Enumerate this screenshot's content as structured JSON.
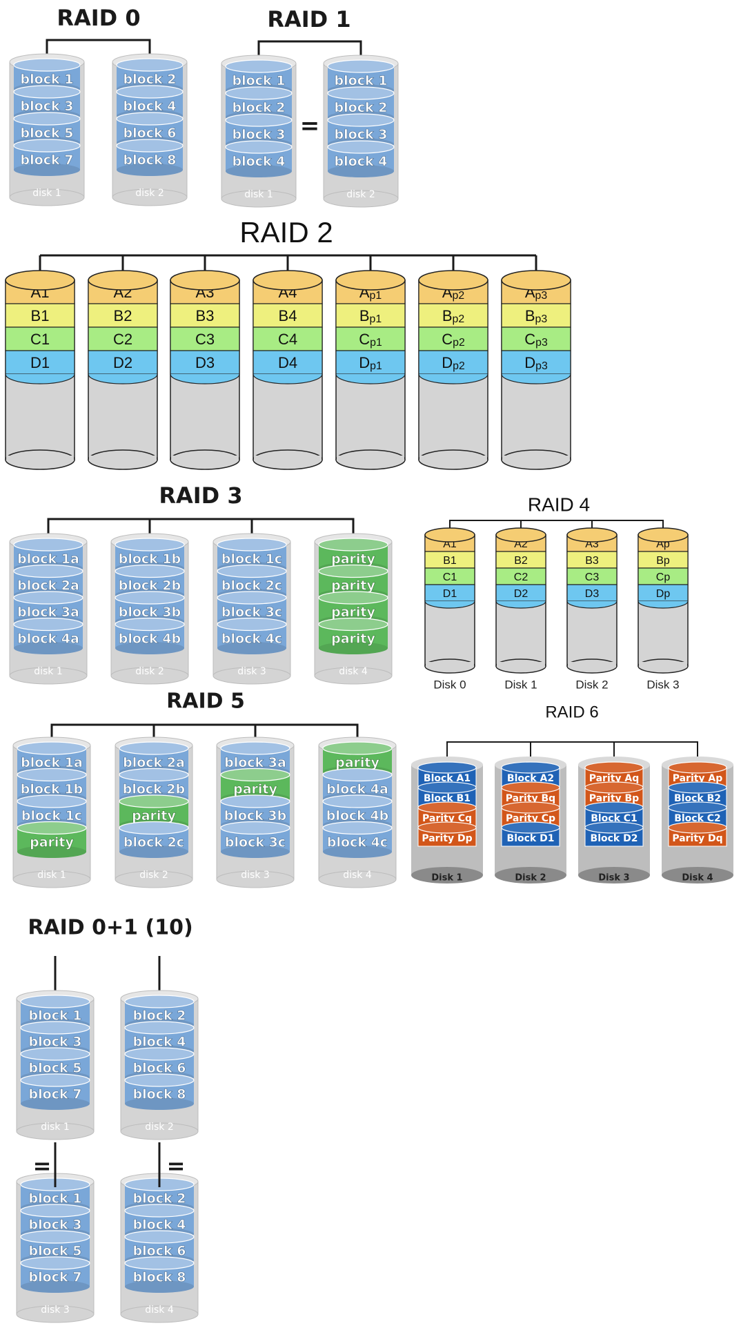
{
  "colors": {
    "block_blue": "#7aa7d8",
    "block_blue_light": "#a9c8ea",
    "parity_green": "#5cb85c",
    "disk_grey": "#d4d4d4",
    "raid2_a": "#f5cd73",
    "raid2_b": "#eef07e",
    "raid2_c": "#a8ec84",
    "raid2_d": "#6ec7f0",
    "raid6_blue": "#1f62b5",
    "raid6_orange": "#d2561a",
    "raid6_title": "#e8202a"
  },
  "raid0": {
    "title": "RAID 0",
    "disks": [
      {
        "label": "disk 1",
        "blocks": [
          "block 1",
          "block 3",
          "block 5",
          "block 7"
        ]
      },
      {
        "label": "disk 2",
        "blocks": [
          "block 2",
          "block 4",
          "block 6",
          "block 8"
        ]
      }
    ]
  },
  "raid1": {
    "title": "RAID 1",
    "equals": "=",
    "disks": [
      {
        "label": "disk 1",
        "blocks": [
          "block 1",
          "block 2",
          "block 3",
          "block 4"
        ]
      },
      {
        "label": "disk 2",
        "blocks": [
          "block 1",
          "block 2",
          "block 3",
          "block 4"
        ]
      }
    ]
  },
  "raid2": {
    "title": "RAID 2",
    "disks": [
      {
        "cells": [
          {
            "t": "A1",
            "s": ""
          },
          {
            "t": "B1",
            "s": ""
          },
          {
            "t": "C1",
            "s": ""
          },
          {
            "t": "D1",
            "s": ""
          }
        ]
      },
      {
        "cells": [
          {
            "t": "A2",
            "s": ""
          },
          {
            "t": "B2",
            "s": ""
          },
          {
            "t": "C2",
            "s": ""
          },
          {
            "t": "D2",
            "s": ""
          }
        ]
      },
      {
        "cells": [
          {
            "t": "A3",
            "s": ""
          },
          {
            "t": "B3",
            "s": ""
          },
          {
            "t": "C3",
            "s": ""
          },
          {
            "t": "D3",
            "s": ""
          }
        ]
      },
      {
        "cells": [
          {
            "t": "A4",
            "s": ""
          },
          {
            "t": "B4",
            "s": ""
          },
          {
            "t": "C4",
            "s": ""
          },
          {
            "t": "D4",
            "s": ""
          }
        ]
      },
      {
        "cells": [
          {
            "t": "A",
            "s": "p1"
          },
          {
            "t": "B",
            "s": "p1"
          },
          {
            "t": "C",
            "s": "p1"
          },
          {
            "t": "D",
            "s": "p1"
          }
        ]
      },
      {
        "cells": [
          {
            "t": "A",
            "s": "p2"
          },
          {
            "t": "B",
            "s": "p2"
          },
          {
            "t": "C",
            "s": "p2"
          },
          {
            "t": "D",
            "s": "p2"
          }
        ]
      },
      {
        "cells": [
          {
            "t": "A",
            "s": "p3"
          },
          {
            "t": "B",
            "s": "p3"
          },
          {
            "t": "C",
            "s": "p3"
          },
          {
            "t": "D",
            "s": "p3"
          }
        ]
      }
    ]
  },
  "raid3": {
    "title": "RAID 3",
    "disks": [
      {
        "label": "disk 1",
        "blocks": [
          {
            "t": "block 1a"
          },
          {
            "t": "block 2a"
          },
          {
            "t": "block 3a"
          },
          {
            "t": "block 4a"
          }
        ]
      },
      {
        "label": "disk 2",
        "blocks": [
          {
            "t": "block 1b"
          },
          {
            "t": "block 2b"
          },
          {
            "t": "block 3b"
          },
          {
            "t": "block 4b"
          }
        ]
      },
      {
        "label": "disk 3",
        "blocks": [
          {
            "t": "block 1c"
          },
          {
            "t": "block 2c"
          },
          {
            "t": "block 3c"
          },
          {
            "t": "block 4c"
          }
        ]
      },
      {
        "label": "disk 4",
        "blocks": [
          {
            "t": "parity",
            "p": true
          },
          {
            "t": "parity",
            "p": true
          },
          {
            "t": "parity",
            "p": true
          },
          {
            "t": "parity",
            "p": true
          }
        ]
      }
    ]
  },
  "raid4": {
    "title": "RAID 4",
    "disks": [
      {
        "label": "Disk 0",
        "cells": [
          "A1",
          "B1",
          "C1",
          "D1"
        ]
      },
      {
        "label": "Disk 1",
        "cells": [
          "A2",
          "B2",
          "C2",
          "D2"
        ]
      },
      {
        "label": "Disk 2",
        "cells": [
          "A3",
          "B3",
          "C3",
          "D3"
        ]
      },
      {
        "label": "Disk 3",
        "cells": [
          "Ap",
          "Bp",
          "Cp",
          "Dp"
        ]
      }
    ]
  },
  "raid5": {
    "title": "RAID 5",
    "disks": [
      {
        "label": "disk 1",
        "blocks": [
          {
            "t": "block 1a"
          },
          {
            "t": "block 1b"
          },
          {
            "t": "block 1c"
          },
          {
            "t": "parity",
            "p": true
          }
        ]
      },
      {
        "label": "disk 2",
        "blocks": [
          {
            "t": "block 2a"
          },
          {
            "t": "block 2b"
          },
          {
            "t": "parity",
            "p": true
          },
          {
            "t": "block 2c"
          }
        ]
      },
      {
        "label": "disk 3",
        "blocks": [
          {
            "t": "block 3a"
          },
          {
            "t": "parity",
            "p": true
          },
          {
            "t": "block 3b"
          },
          {
            "t": "block 3c"
          }
        ]
      },
      {
        "label": "disk 4",
        "blocks": [
          {
            "t": "parity",
            "p": true
          },
          {
            "t": "block 4a"
          },
          {
            "t": "block 4b"
          },
          {
            "t": "block 4c"
          }
        ]
      }
    ]
  },
  "raid6": {
    "title": "RAID 6",
    "disks": [
      {
        "label": "Disk 1",
        "blocks": [
          {
            "t": "Block A1",
            "c": "blue"
          },
          {
            "t": "Block B1",
            "c": "blue"
          },
          {
            "t": "Parity Cq",
            "c": "orange"
          },
          {
            "t": "Parity Dp",
            "c": "orange"
          }
        ]
      },
      {
        "label": "Disk 2",
        "blocks": [
          {
            "t": "Block A2",
            "c": "blue"
          },
          {
            "t": "Parity Bq",
            "c": "orange"
          },
          {
            "t": "Parity Cp",
            "c": "orange"
          },
          {
            "t": "Block D1",
            "c": "blue"
          }
        ]
      },
      {
        "label": "Disk 3",
        "blocks": [
          {
            "t": "Parity Aq",
            "c": "orange"
          },
          {
            "t": "Parity Bp",
            "c": "orange"
          },
          {
            "t": "Block C1",
            "c": "blue"
          },
          {
            "t": "Block D2",
            "c": "blue"
          }
        ]
      },
      {
        "label": "Disk 4",
        "blocks": [
          {
            "t": "Parity Ap",
            "c": "orange"
          },
          {
            "t": "Block B2",
            "c": "blue"
          },
          {
            "t": "Block C2",
            "c": "blue"
          },
          {
            "t": "Parity Dq",
            "c": "orange"
          }
        ]
      }
    ]
  },
  "raid10": {
    "title": "RAID 0+1 (10)",
    "equals": "=",
    "disks": [
      {
        "label": "disk 1",
        "blocks": [
          "block 1",
          "block 3",
          "block 5",
          "block 7"
        ]
      },
      {
        "label": "disk 2",
        "blocks": [
          "block 2",
          "block 4",
          "block 6",
          "block 8"
        ]
      },
      {
        "label": "disk 3",
        "blocks": [
          "block 1",
          "block 3",
          "block 5",
          "block 7"
        ]
      },
      {
        "label": "disk 4",
        "blocks": [
          "block 2",
          "block 4",
          "block 6",
          "block 8"
        ]
      }
    ]
  }
}
